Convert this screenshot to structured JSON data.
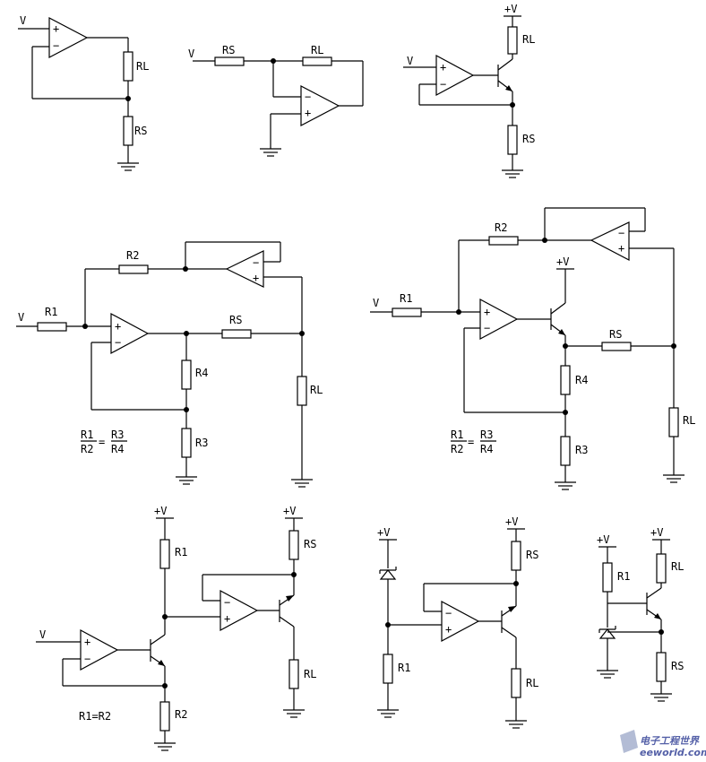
{
  "labels": {
    "v": "V",
    "plus_v": "+V",
    "rs": "RS",
    "rl": "RL",
    "r1": "R1",
    "r2": "R2",
    "r3": "R3",
    "r4": "R4",
    "plus": "+",
    "minus": "−",
    "ratio_num_left": "R1",
    "ratio_den_left": "R2",
    "ratio_eq": "=",
    "ratio_num_right": "R3",
    "ratio_den_right": "R4",
    "r1_eq_r2": "R1=R2"
  },
  "watermark": {
    "brand": "eeworld.com.cn",
    "cn": "电子工程世界"
  }
}
